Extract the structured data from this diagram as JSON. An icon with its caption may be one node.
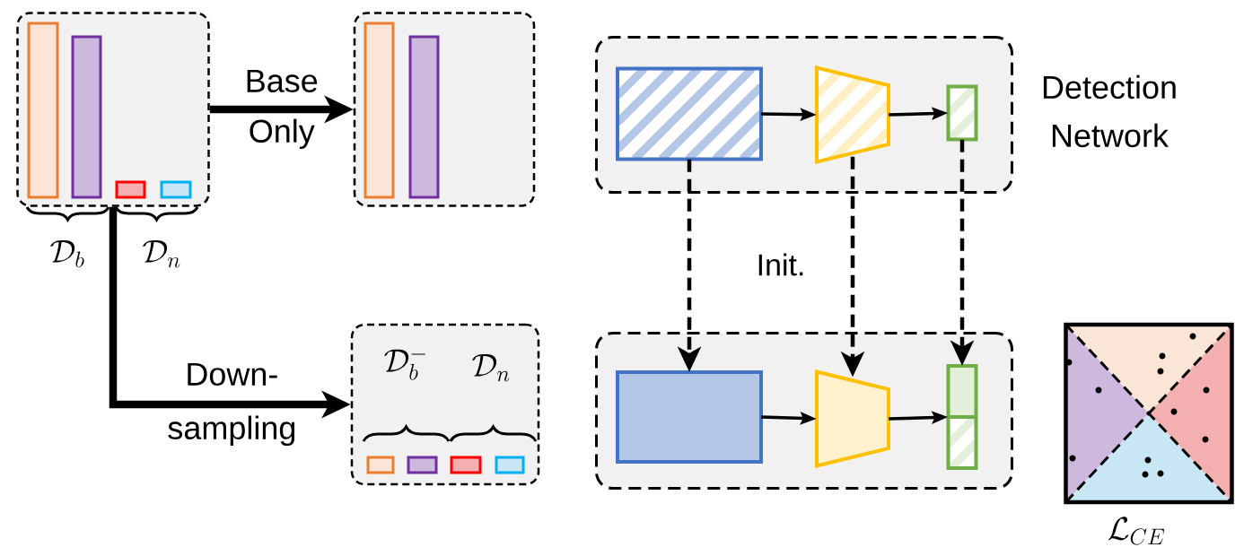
{
  "diagram": {
    "nodes": [
      {
        "text": [],
        "shape": "box"
      },
      {
        "text": [],
        "shape": "box"
      },
      {
        "text": [
          "\\mathcal{D}_b^-",
          "\\mathcal{D}_n"
        ]
      },
      {
        "text": [],
        "shape": "box",
        "beside": [
          "Detection Network"
        ]
      },
      {
        "text": [],
        "shape": "box",
        "in": 3
      },
      {
        "text": [],
        "shape": "trapezoid",
        "in": 3
      },
      {
        "text": [],
        "shape": "box",
        "in": 3
      },
      {
        "text": [],
        "shape": "box"
      },
      {
        "text": [],
        "shape": "box",
        "in": 7
      },
      {
        "text": [],
        "shape": "trapezoid",
        "in": 7
      },
      {
        "text": [],
        "shape": "box",
        "in": 7
      },
      {
        "text": [
          "\\mathcal{L}_{CE}"
        ]
      }
    ],
    "edges": [
      {
        "from": 0,
        "to": 1,
        "arrow": "to",
        "label": "Base Only",
        "style": "thick"
      },
      {
        "from": 0,
        "to": 2,
        "arrow": "to",
        "label": "Down- sampling",
        "style": "thick"
      },
      {
        "from": 4,
        "to": 5,
        "arrow": "to"
      },
      {
        "from": 5,
        "to": 6,
        "arrow": "to"
      },
      {
        "from": 8,
        "to": 9,
        "arrow": "to"
      },
      {
        "from": 9,
        "to": 10,
        "arrow": "to"
      },
      {
        "from": 4,
        "to": 8,
        "arrow": "to",
        "style": "dashed"
      },
      {
        "from": 5,
        "to": 9,
        "arrow": "to",
        "style": "dashed"
      },
      {
        "from": 6,
        "to": 10,
        "arrow": "to",
        "style": "dashed"
      }
    ],
    "labels": [
      "\\mathcal{D}_b",
      "\\mathcal{D}_n",
      "Init."
    ]
  }
}
